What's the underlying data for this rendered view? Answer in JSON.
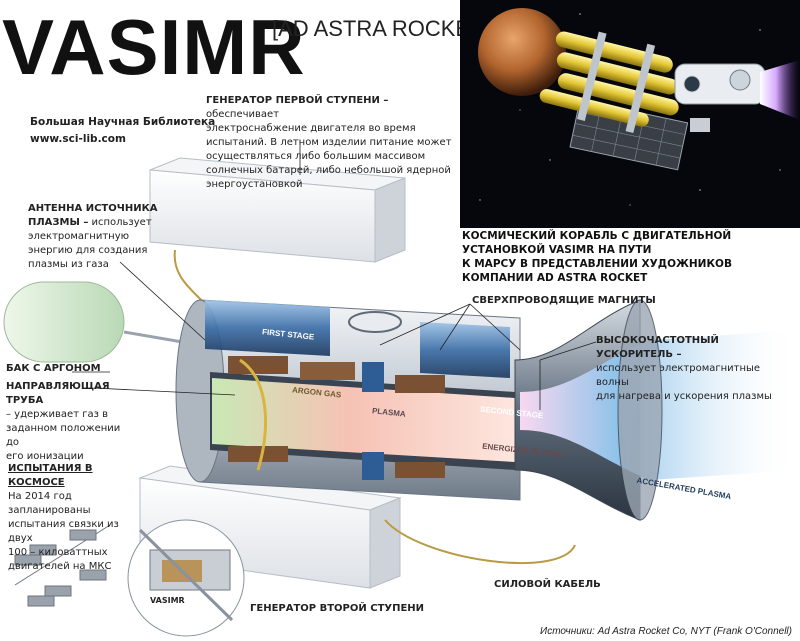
{
  "header": {
    "title": "VASIMR",
    "subtitle": "[AD ASTRA ROCKET]"
  },
  "source": {
    "line1": "Большая Научная Библиотека",
    "line2": "www.sci-lib.com"
  },
  "labels": {
    "gen1_head": "ГЕНЕРАТОР ПЕРВОЙ СТУПЕНИ –",
    "gen1_l1": " обеспечивает",
    "gen1_l2": "электроснабжение двигателя во время",
    "gen1_l3": "испытаний. В летном изделии питание может",
    "gen1_l4": "осуществляться либо большим массивом",
    "gen1_l5": "солнечных батарей, либо небольшой ядерной",
    "gen1_l6": "энергоустановкой",
    "antenna_h1": "АНТЕННА ИСТОЧНИКА",
    "antenna_h2": "ПЛАЗМЫ –",
    "antenna_l2": " использует",
    "antenna_l3": "электромагнитную",
    "antenna_l4": "энергию для создания",
    "antenna_l5": "плазмы из газа",
    "argon": "БАК С АРГОНОМ",
    "guide_head": "НАПРАВЛЯЮЩАЯ ТРУБА",
    "guide_l2": "– удерживает газ в",
    "guide_l3": "заданном положении до",
    "guide_l4": "его ионизации",
    "test_head": "ИСПЫТАНИЯ В КОСМОСЕ",
    "test_l1": "На 2014 год запланированы",
    "test_l2": "испытания связки из двух",
    "test_l3": "100 – киловаттных",
    "test_l4": "двигателей на МКС",
    "magnets": "СВЕРХПРОВОДЯЩИЕ МАГНИТЫ",
    "rf_head": "ВЫСОКОЧАСТОТНЫЙ УСКОРИТЕЛЬ –",
    "rf_l2": "использует электромагнитные волны",
    "rf_l3": "для нагрева и ускорения плазмы",
    "photo_cap1": "КОСМИЧЕСКИЙ КОРАБЛЬ С ДВИГАТЕЛЬНОЙ УСТАНОВКОЙ VASIMR НА ПУТИ",
    "photo_cap2": "К МАРСУ В ПРЕДСТАВЛЕНИИ ХУДОЖНИКОВ КОМПАНИИ AD ASTRA ROCKET",
    "cable": "СИЛОВОЙ КАБЕЛЬ",
    "gen2": "ГЕНЕРАТОР ВТОРОЙ СТУПЕНИ",
    "vasimr_tag": "VASIMR"
  },
  "engine_text": {
    "first_stage": "FIRST STAGE",
    "second_stage": "SECOND STAGE",
    "argon_gas": "ARGON GAS",
    "plasma": "PLASMA",
    "energized_plasma": "ENERGIZED PLASMA",
    "accelerated_plasma": "ACCELERATED PLASMA"
  },
  "credit": "Источники: Ad Astra Rocket Co, NYT (Frank O'Connell)",
  "colors": {
    "engine_body": "#c9ced6",
    "engine_blue": "#4a7fb8",
    "argon_green": "#cfe8cf",
    "plasma_glow": "#f7c6b9",
    "exhaust_blue": "#8fc3ea",
    "space_bg": "#05070c"
  }
}
